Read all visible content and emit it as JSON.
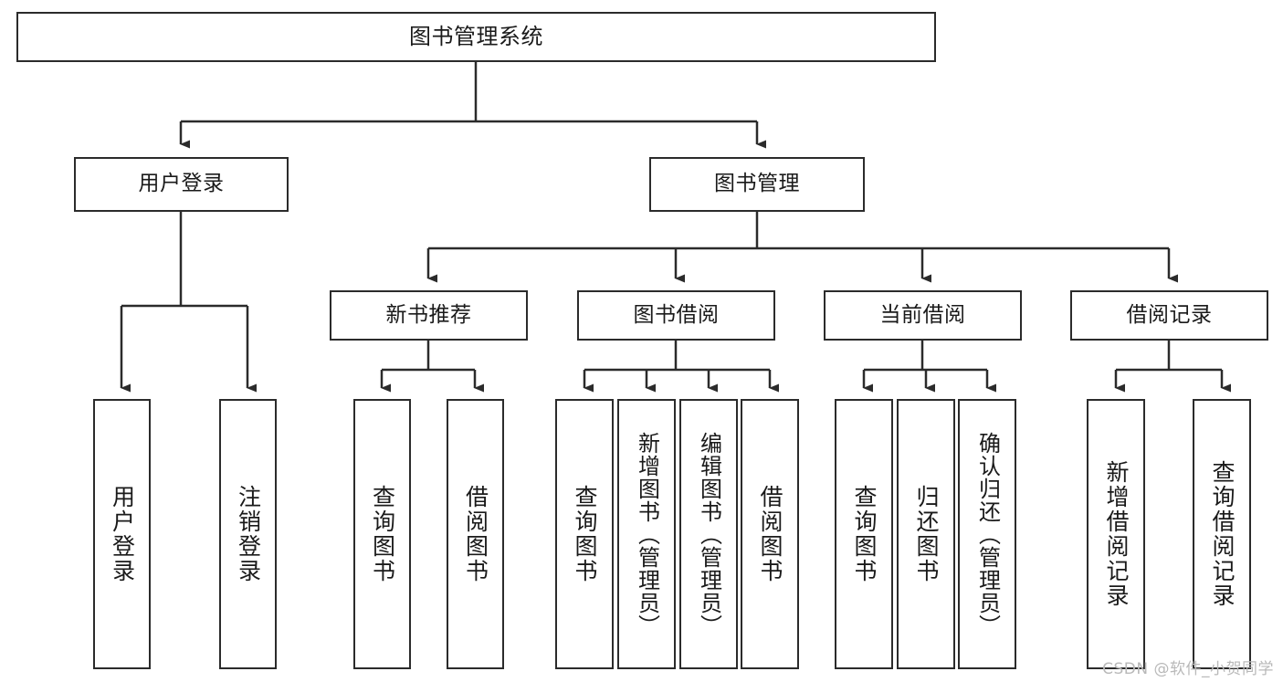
{
  "diagram": {
    "type": "tree",
    "title": "图书管理系统",
    "watermark": "CSDN @软件_小贺同学",
    "colors": {
      "box_border": "#2b2b2b",
      "box_fill": "#ffffff",
      "connector": "#2b2b2b",
      "text": "#1a1a1a",
      "watermark": "#b9b9b9"
    },
    "levels": {
      "root": "图书管理系统",
      "level2": [
        "用户登录",
        "图书管理"
      ],
      "level3": [
        "新书推荐",
        "图书借阅",
        "当前借阅",
        "借阅记录"
      ]
    },
    "nodes": {
      "root": {
        "label": "图书管理系统"
      },
      "user_login": {
        "label": "用户登录"
      },
      "book_manage": {
        "label": "图书管理"
      },
      "new_book_rec": {
        "label": "新书推荐"
      },
      "book_borrow": {
        "label": "图书借阅"
      },
      "current_borrow": {
        "label": "当前借阅"
      },
      "borrow_record": {
        "label": "借阅记录"
      }
    },
    "leaves": {
      "user_login": [
        {
          "label": "用户登录"
        },
        {
          "label": "注销登录"
        }
      ],
      "new_book_rec": [
        {
          "label": "查询图书"
        },
        {
          "label": "借阅图书"
        }
      ],
      "book_borrow": [
        {
          "label": "查询图书"
        },
        {
          "label": "新增图书（管理员）"
        },
        {
          "label": "编辑图书（管理员）"
        },
        {
          "label": "借阅图书"
        }
      ],
      "current_borrow": [
        {
          "label": "查询图书"
        },
        {
          "label": "归还图书"
        },
        {
          "label": "确认归还（管理员）"
        }
      ],
      "borrow_record": [
        {
          "label": "新增借阅记录"
        },
        {
          "label": "查询借阅记录"
        }
      ]
    }
  }
}
